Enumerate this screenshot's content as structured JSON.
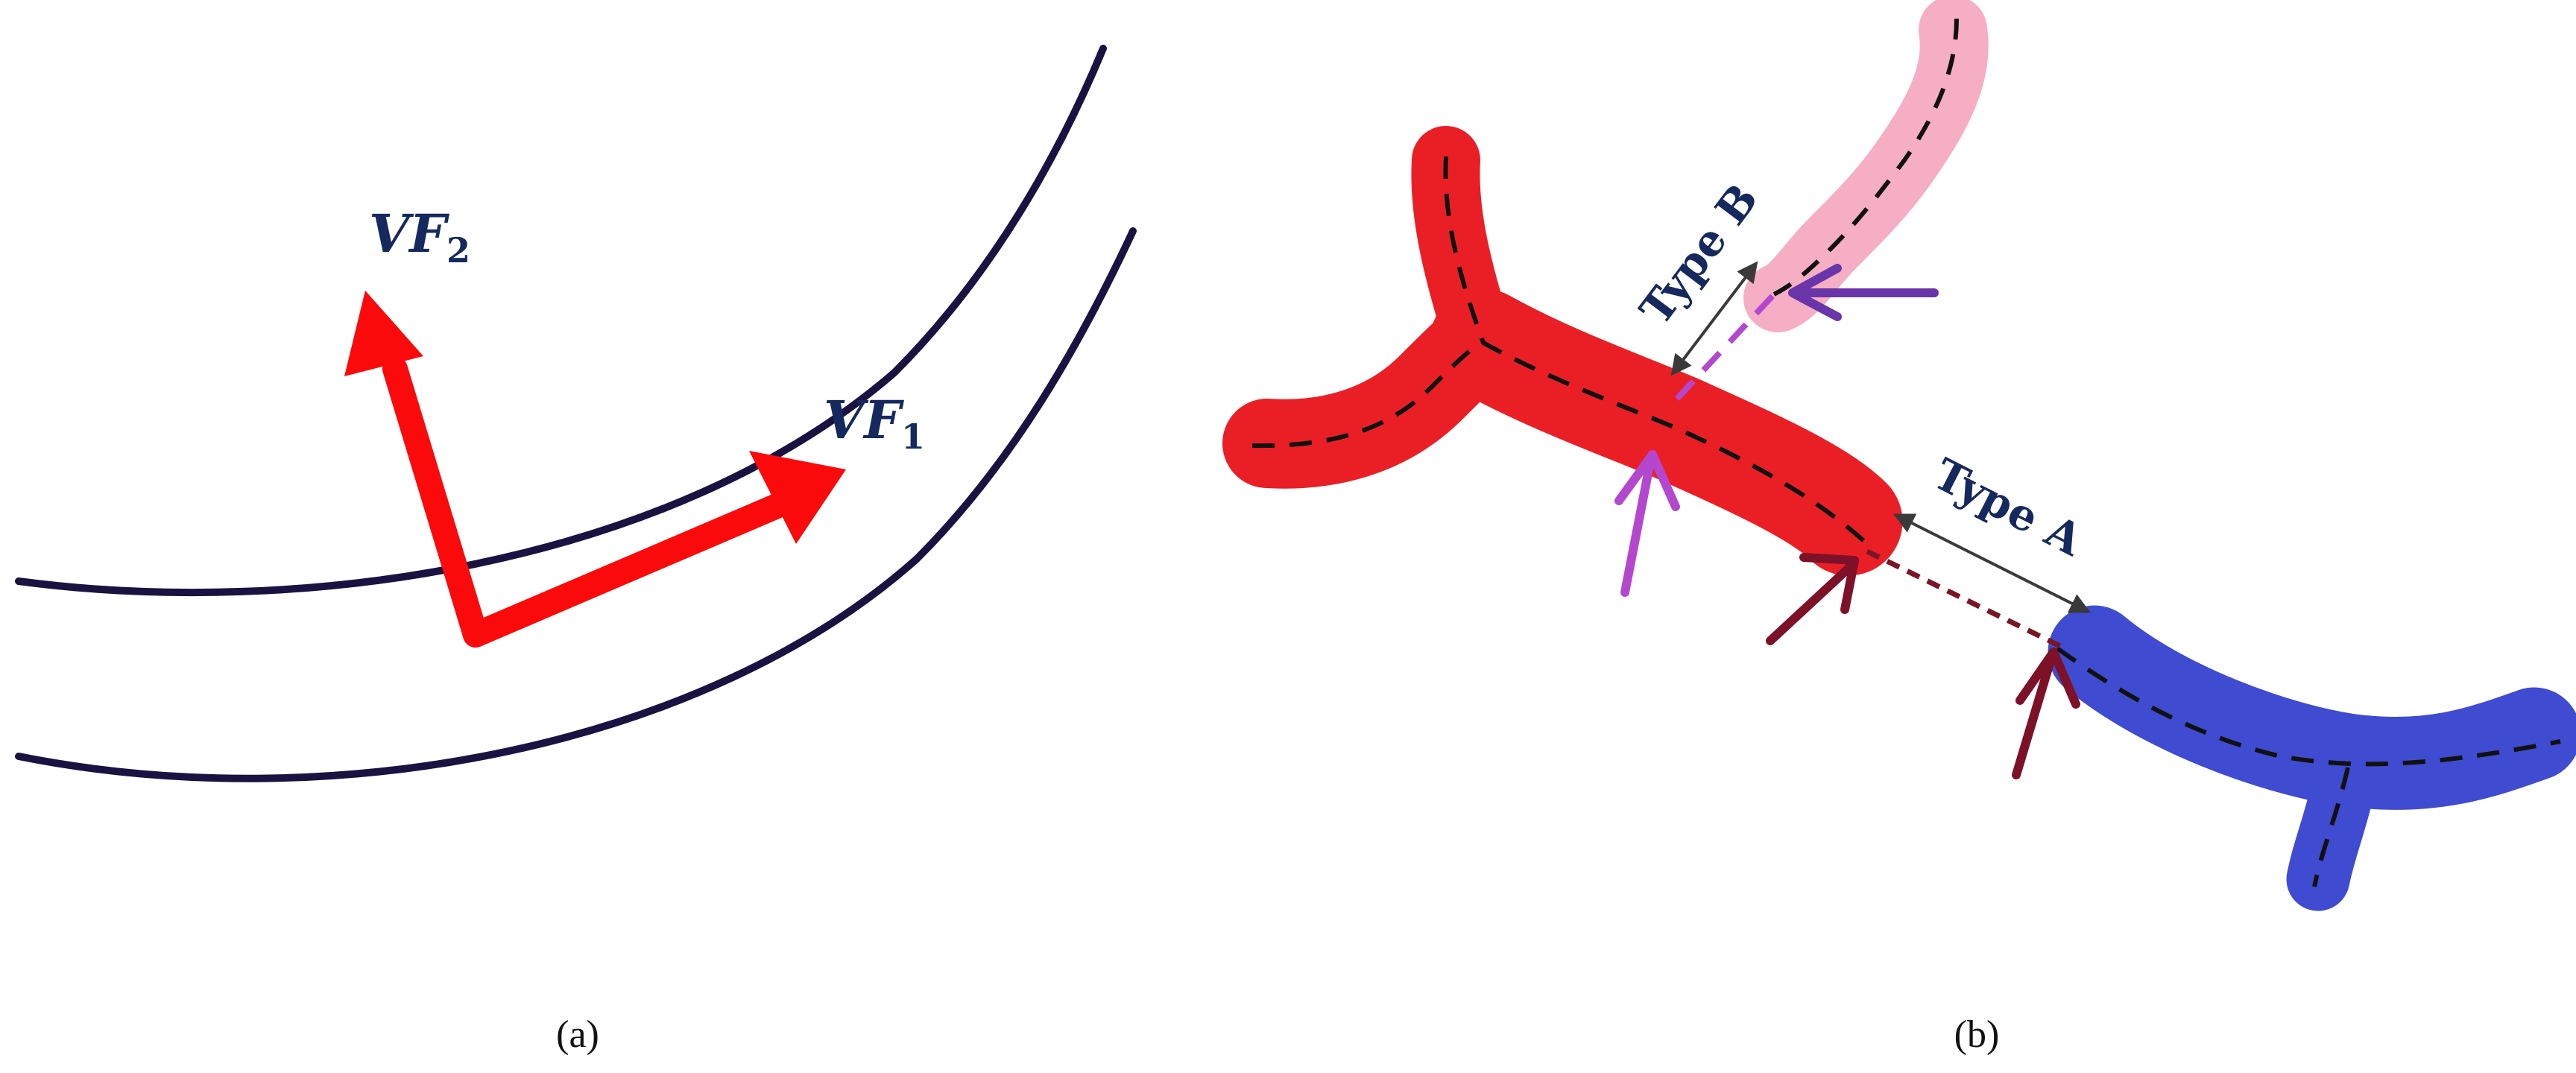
{
  "panel_a": {
    "caption": "(a)",
    "labels": {
      "vf1_main": "VF",
      "vf1_sub": "1",
      "vf2_main": "VF",
      "vf2_sub": "2"
    },
    "colors": {
      "curve": "#1a1240",
      "arrow": "#fa0a0a",
      "label": "#16295e"
    }
  },
  "panel_b": {
    "caption": "(b)",
    "labels": {
      "type_a": "Type A",
      "type_b": "Type B"
    },
    "colors": {
      "red_vessel": "#ea1f26",
      "blue_vessel": "#3f4bd0",
      "pink_vessel": "#f6aec4",
      "centerline": "#111111",
      "type_a_gap": "#7a1626",
      "type_b_gap": "#b348cf",
      "endpoint_arrow_dark": "#7d1128",
      "endpoint_arrow_violet": "#b348cf",
      "endpoint_arrow_purple": "#6a35a8",
      "distance_arrow": "#3a3a3a"
    }
  }
}
